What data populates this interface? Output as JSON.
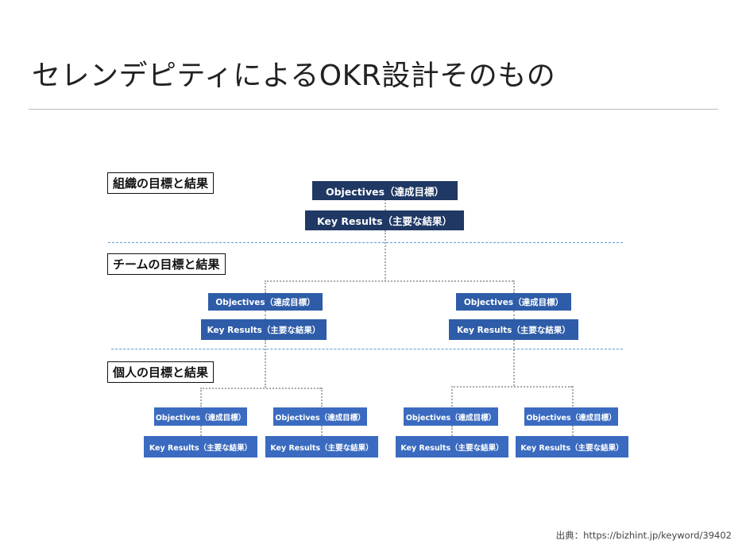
{
  "title": "セレンデピティによるOKR設計そのもの",
  "sections": {
    "org": "組織の目標と結果",
    "team": "チームの目標と結果",
    "individual": "個人の目標と結果"
  },
  "org": {
    "objective": "Objectives（達成目標）",
    "key_results": "Key Results（主要な結果）"
  },
  "teams": [
    {
      "objective": "Objectives（達成目標）",
      "key_results": "Key Results（主要な結果）"
    },
    {
      "objective": "Objectives（達成目標）",
      "key_results": "Key Results（主要な結果）"
    }
  ],
  "individuals": [
    {
      "objective": "Objectives（達成目標）",
      "key_results": "Key Results（主要な結果）"
    },
    {
      "objective": "Objectives（達成目標）",
      "key_results": "Key Results（主要な結果）"
    },
    {
      "objective": "Objectives（達成目標）",
      "key_results": "Key Results（主要な結果）"
    },
    {
      "objective": "Objectives（達成目標）",
      "key_results": "Key Results（主要な結果）"
    }
  ],
  "source": "出典：https://bizhint.jp/keyword/39402",
  "colors": {
    "org_box": "#1f3864",
    "team_box": "#2e5ca8",
    "individual_box": "#3a6bc0",
    "divider": "#5b9bd5",
    "connector": "#aaaaaa"
  }
}
